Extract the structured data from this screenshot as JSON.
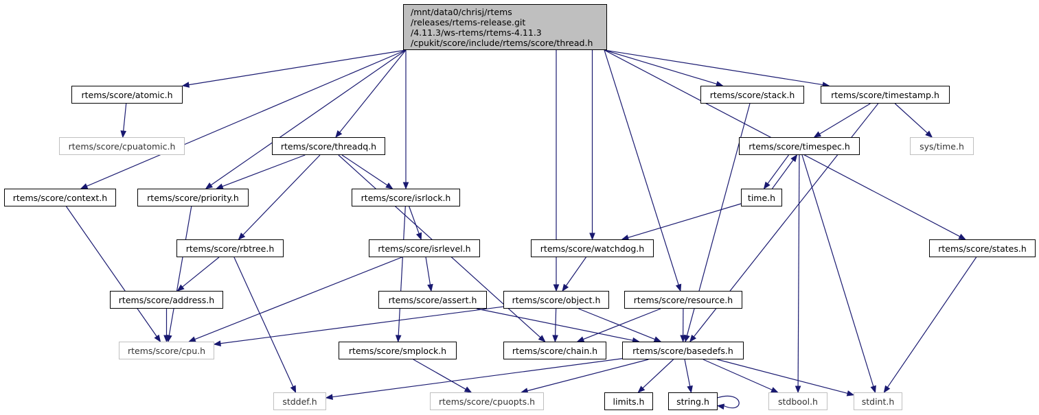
{
  "diagram": {
    "root": {
      "lines": [
        "/mnt/data0/chrisj/rtems",
        "/releases/rtems-release.git",
        "/4.11.3/ws-rtems/rtems-4.11.3",
        "/cpukit/score/include/rtems/score/thread.h"
      ]
    },
    "nodes": {
      "atomic": "rtems/score/atomic.h",
      "cpuatomic": "rtems/score/cpuatomic.h",
      "context": "rtems/score/context.h",
      "priority": "rtems/score/priority.h",
      "threadq": "rtems/score/threadq.h",
      "isrlock": "rtems/score/isrlock.h",
      "rbtree": "rtems/score/rbtree.h",
      "isrlevel": "rtems/score/isrlevel.h",
      "address": "rtems/score/address.h",
      "assert": "rtems/score/assert.h",
      "cpu": "rtems/score/cpu.h",
      "smplock": "rtems/score/smplock.h",
      "object": "rtems/score/object.h",
      "chain": "rtems/score/chain.h",
      "watchdog": "rtems/score/watchdog.h",
      "resource": "rtems/score/resource.h",
      "basedefs": "rtems/score/basedefs.h",
      "stack": "rtems/score/stack.h",
      "timestamp": "rtems/score/timestamp.h",
      "timespec": "rtems/score/timespec.h",
      "time": "time.h",
      "systime": "sys/time.h",
      "states": "rtems/score/states.h",
      "stddef": "stddef.h",
      "cpuopts": "rtems/score/cpuopts.h",
      "limits": "limits.h",
      "string": "string.h",
      "stdbool": "stdbool.h",
      "stdint": "stdint.h"
    },
    "external": [
      "cpuatomic",
      "cpu",
      "cpuopts",
      "stddef",
      "stdbool",
      "stdint",
      "systime"
    ],
    "edges": [
      [
        "root",
        "atomic"
      ],
      [
        "root",
        "context"
      ],
      [
        "root",
        "priority"
      ],
      [
        "root",
        "threadq"
      ],
      [
        "root",
        "isrlock"
      ],
      [
        "root",
        "object"
      ],
      [
        "root",
        "watchdog"
      ],
      [
        "root",
        "resource"
      ],
      [
        "root",
        "stack"
      ],
      [
        "root",
        "timestamp"
      ],
      [
        "root",
        "states"
      ],
      [
        "atomic",
        "cpuatomic"
      ],
      [
        "threadq",
        "priority"
      ],
      [
        "threadq",
        "isrlock"
      ],
      [
        "threadq",
        "rbtree"
      ],
      [
        "threadq",
        "chain"
      ],
      [
        "context",
        "cpu"
      ],
      [
        "priority",
        "cpu"
      ],
      [
        "isrlock",
        "isrlevel"
      ],
      [
        "isrlock",
        "smplock"
      ],
      [
        "rbtree",
        "address"
      ],
      [
        "rbtree",
        "stddef"
      ],
      [
        "isrlevel",
        "cpu"
      ],
      [
        "isrlevel",
        "assert"
      ],
      [
        "address",
        "cpu"
      ],
      [
        "assert",
        "basedefs"
      ],
      [
        "object",
        "cpu"
      ],
      [
        "object",
        "chain"
      ],
      [
        "object",
        "basedefs"
      ],
      [
        "watchdog",
        "object"
      ],
      [
        "resource",
        "chain"
      ],
      [
        "resource",
        "basedefs"
      ],
      [
        "stack",
        "basedefs"
      ],
      [
        "timestamp",
        "timespec"
      ],
      [
        "timestamp",
        "basedefs"
      ],
      [
        "timestamp",
        "systime"
      ],
      [
        "timespec",
        "time"
      ],
      [
        "time",
        "timespec"
      ],
      [
        "time",
        "watchdog"
      ],
      [
        "timespec",
        "stdbool"
      ],
      [
        "timespec",
        "stdint"
      ],
      [
        "states",
        "stdint"
      ],
      [
        "smplock",
        "cpuopts"
      ],
      [
        "basedefs",
        "stddef"
      ],
      [
        "basedefs",
        "cpuopts"
      ],
      [
        "basedefs",
        "limits"
      ],
      [
        "basedefs",
        "string"
      ],
      [
        "basedefs",
        "stdbool"
      ],
      [
        "basedefs",
        "stdint"
      ],
      [
        "string",
        "string"
      ]
    ]
  }
}
